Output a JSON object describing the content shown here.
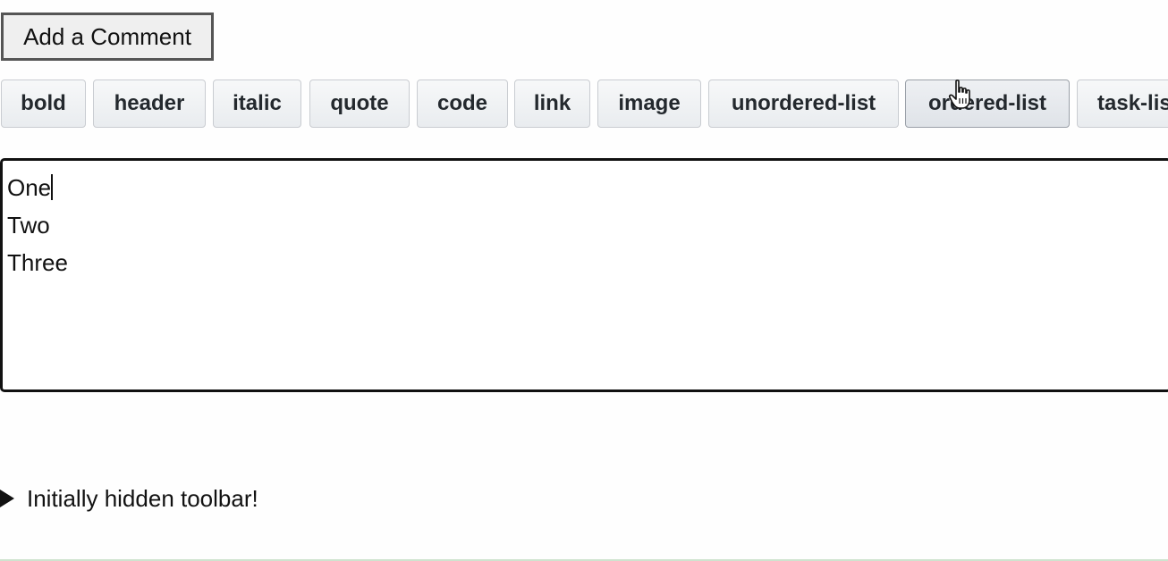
{
  "add_comment_button": {
    "label": "Add a Comment"
  },
  "toolbar": {
    "buttons": [
      {
        "label": "bold"
      },
      {
        "label": "header"
      },
      {
        "label": "italic"
      },
      {
        "label": "quote"
      },
      {
        "label": "code"
      },
      {
        "label": "link"
      },
      {
        "label": "image"
      },
      {
        "label": "unordered-list"
      },
      {
        "label": "ordered-list"
      },
      {
        "label": "task-list"
      }
    ]
  },
  "editor": {
    "lines": [
      "One",
      "Two",
      "Three"
    ]
  },
  "details": {
    "summary": "Initially hidden toolbar!"
  },
  "icons": {
    "cursor": "hand-pointer-icon",
    "disclosure": "triangle-right-icon"
  }
}
